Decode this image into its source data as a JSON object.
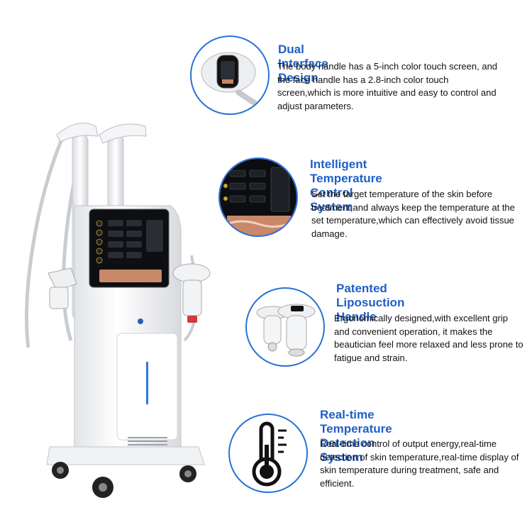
{
  "features": [
    {
      "title": "Dual Interface Design",
      "description": "The body handle has a 5-inch color touch screen, and the face handle has a 2.8-inch color touch screen,which is more intuitive and easy to control and adjust parameters.",
      "image_icon": "handle-touchscreen-icon"
    },
    {
      "title": "Intelligent Temperature\nControl System",
      "description": "Set the target temperature of the skin before treatment,and always keep the temperature at the set temperature,which can effectively avoid tissue damage.",
      "image_icon": "control-panel-screen-icon"
    },
    {
      "title": "Patented Liposuction\nHandle",
      "description": "Ergonomically designed,with excellent grip and convenient operation, it makes the beautician feel more relaxed and less prone to fatigue and strain.",
      "image_icon": "suction-handles-icon"
    },
    {
      "title": "Real-time Temperature\nDetection System",
      "description": "Real-time control of output energy,real-time detection of skin temperature,real-time display of skin temperature during treatment, safe and efficient.",
      "image_icon": "thermometer-icon"
    }
  ],
  "colors": {
    "title_blue": "#1f5fc8",
    "circle_border": "#2a72d6",
    "text": "#111111",
    "machine_body": "#f3f4f6"
  },
  "machine_icon": "body-contouring-machine-icon"
}
